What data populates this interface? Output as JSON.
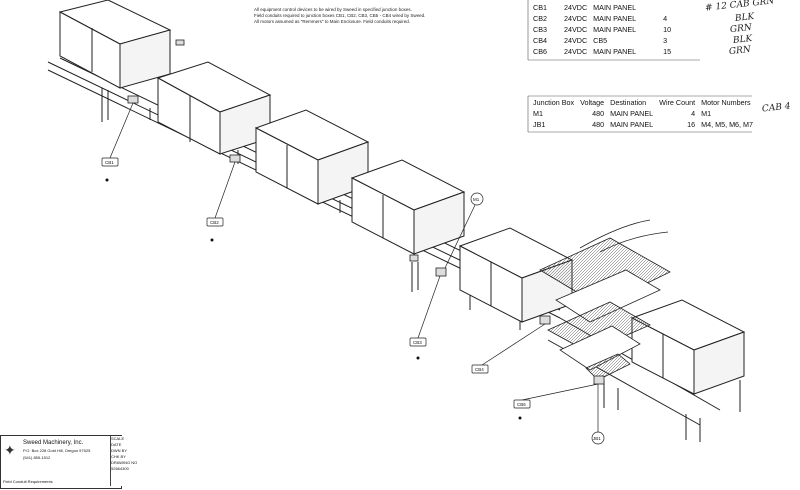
{
  "notes": [
    "All equipment control devices to be wired by Sweed in specified junction boxes.",
    "Field conduits required to junction boxes CB1, CB2, CB3, CB5 - CB4 wired by Sweed.",
    "All motors assumed as \"Remmers\" to Main Enclosure. Field conduits required."
  ],
  "cb_table": [
    {
      "id": "CB1",
      "voltage": "24VDC",
      "dest": "MAIN PANEL",
      "count": ""
    },
    {
      "id": "CB2",
      "voltage": "24VDC",
      "dest": "MAIN PANEL",
      "count": "4"
    },
    {
      "id": "CB3",
      "voltage": "24VDC",
      "dest": "MAIN PANEL",
      "count": "10"
    },
    {
      "id": "CB4",
      "voltage": "24VDC",
      "dest": "CB5",
      "count": "3"
    },
    {
      "id": "CB6",
      "voltage": "24VDC",
      "dest": "MAIN PANEL",
      "count": "15"
    }
  ],
  "jb_table": {
    "headers": [
      "Junction Box",
      "Voltage",
      "Destination",
      "Wire Count",
      "Motor Numbers"
    ],
    "rows": [
      {
        "box": "M1",
        "voltage": "480",
        "dest": "MAIN PANEL",
        "count": "4",
        "motors": "M1"
      },
      {
        "box": "JB1",
        "voltage": "480",
        "dest": "MAIN PANEL",
        "count": "16",
        "motors": "M4, M5, M6, M7"
      }
    ]
  },
  "handwritten": {
    "cb1_note": "# 12 CAB GRN",
    "cb2_note": "BLK",
    "cb3_note": "GRN",
    "cb4_note": "BLK",
    "cb6_note": "GRN",
    "jb_note": "CAB 4"
  },
  "callouts": [
    "CB1",
    "CB2",
    "M1",
    "CB3",
    "CB4",
    "CB6",
    "JB1"
  ],
  "title_block": {
    "company": "Sweed Machinery, Inc.",
    "address": "P.O. Box 228  Gold Hill, Oregon 97525",
    "phone": "(541) 855-1512",
    "drawing_title": "Field Conduit Requirements",
    "fields": [
      "SCALE",
      "DATE",
      "DWN BY",
      "CHK BY",
      "DRAWING NO"
    ],
    "drawing_no": "52664300"
  }
}
